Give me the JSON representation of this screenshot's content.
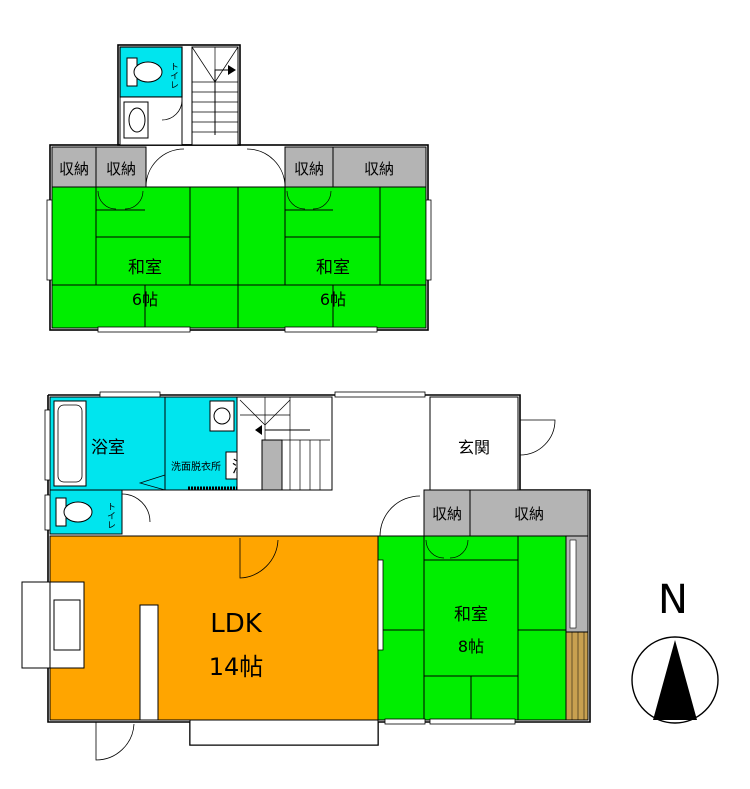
{
  "upper_floor": {
    "toilet": "トイレ",
    "storage_1": "収納",
    "storage_2": "収納",
    "storage_3": "収納",
    "storage_4": "収納",
    "room_left": {
      "name": "和室",
      "size": "6帖"
    },
    "room_right": {
      "name": "和室",
      "size": "6帖"
    }
  },
  "lower_floor": {
    "bath": "浴室",
    "washroom": "洗面脱衣所",
    "washer": "洗",
    "toilet": "トイレ",
    "entrance": "玄関",
    "storage_1": "収納",
    "storage_2": "収納",
    "ldk": {
      "name": "LDK",
      "size": "14帖"
    },
    "room": {
      "name": "和室",
      "size": "8帖"
    }
  },
  "compass": {
    "label": "N"
  },
  "colors": {
    "tatami": "#00ee00",
    "ldk": "#ffa500",
    "wet": "#00e5ee",
    "storage": "#b4b4b4",
    "floor_wood": "#c8a050"
  }
}
